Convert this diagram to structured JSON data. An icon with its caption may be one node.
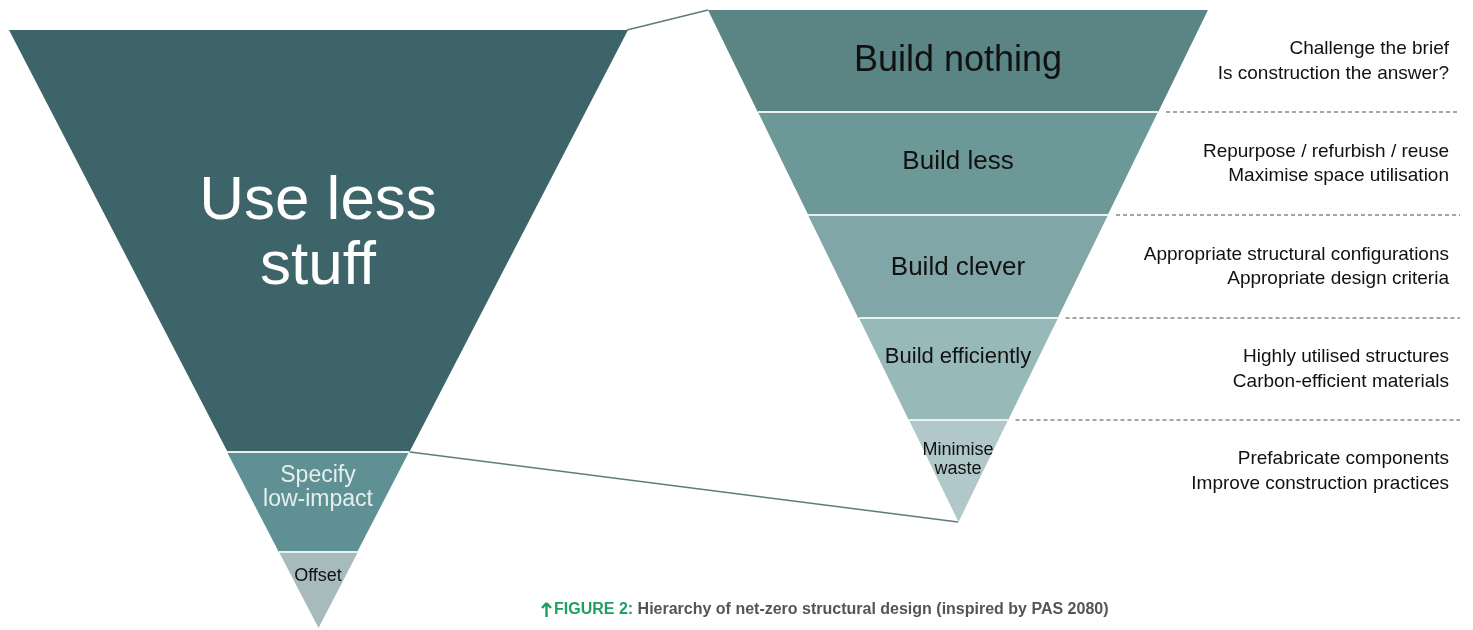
{
  "diagram": {
    "caption": "**FIGURE 2:** Hierarchy of net-zero structural design (inspired by PAS 2080)",
    "nodes": [
      {
        "text": [
          "Use less stuff"
        ]
      },
      {
        "text": [
          "Specify low-impact"
        ]
      },
      {
        "text": [
          "Offset"
        ]
      },
      {
        "text": [
          "Build nothing"
        ],
        "beside": [
          "Challenge the brief",
          "Is construction the answer?"
        ]
      },
      {
        "text": [
          "Build less"
        ],
        "beside": [
          "Repurpose / refurbish / reuse",
          "Maximise space utilisation"
        ]
      },
      {
        "text": [
          "Build clever"
        ],
        "beside": [
          "Appropriate structural configurations",
          "Appropriate design criteria"
        ]
      },
      {
        "text": [
          "Build efficiently"
        ],
        "beside": [
          "Highly utilised structures",
          "Carbon-efficient materials"
        ]
      },
      {
        "text": [
          "Minimise waste"
        ],
        "beside": [
          "Prefabricate components",
          "Improve construction practices"
        ]
      }
    ],
    "edges": [
      {
        "from": 0,
        "to": 3,
        "arrow": "none"
      },
      {
        "from": 0,
        "to": 7,
        "arrow": "none"
      }
    ]
  }
}
